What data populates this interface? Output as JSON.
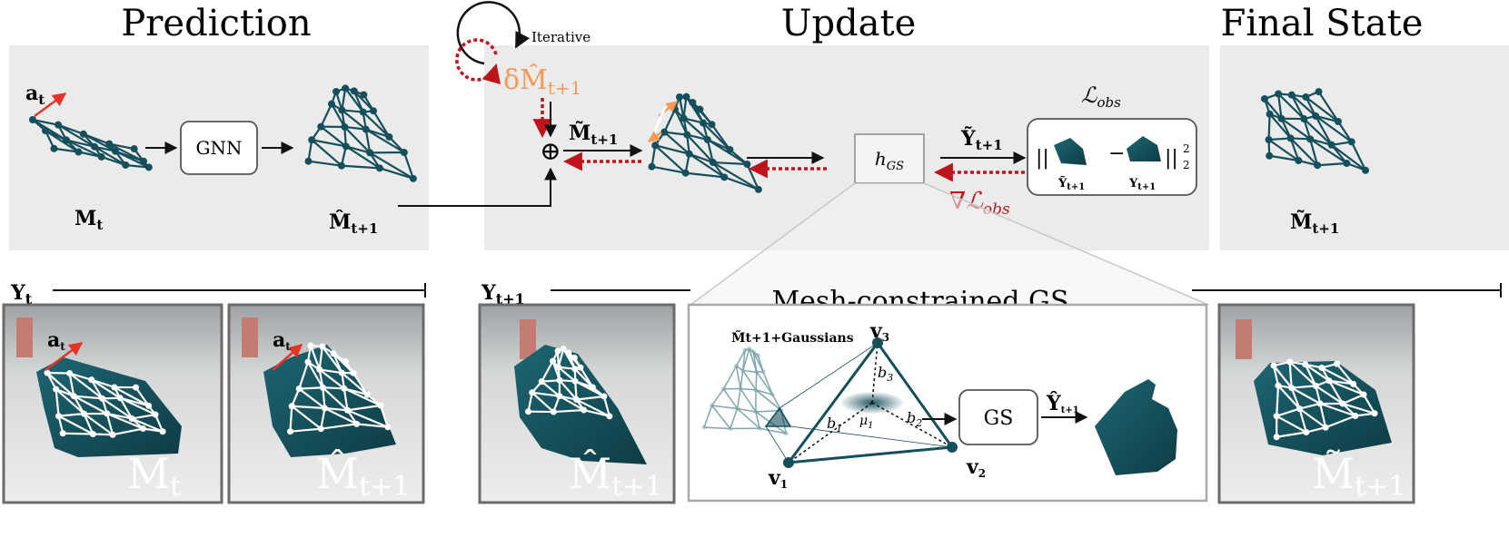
{
  "headings": {
    "prediction": "Prediction",
    "update": "Update",
    "final_state": "Final State",
    "mesh_gs": "Mesh-constrained GS"
  },
  "labels": {
    "iterative": "Iterative",
    "a_t": "a",
    "a_t_sub": "t",
    "gnn": "GNN",
    "gs": "GS",
    "h_gs": "h",
    "h_gs_sub": "GS",
    "delta_m": "δM̂",
    "delta_m_sub": "t+1",
    "m_tilde": "M̃",
    "m_tilde_sub": "t+1",
    "m_t": "M",
    "m_t_sub": "t",
    "m_hat": "M̂",
    "m_hat_sub": "t+1",
    "y_tilde": "Ỹ",
    "y_tilde_sub": "t+1",
    "y_hat": "Ŷ",
    "y_hat_sub": "t+1",
    "y_t": "Y",
    "y_t_sub": "t",
    "y_t1": "Y",
    "y_t1_sub": "t+1",
    "l_obs": "ℒ",
    "l_obs_sub": "obs",
    "grad_l_obs": "∇ℒ",
    "grad_l_obs_sub": "obs",
    "norm_open": "||",
    "minus": "−",
    "norm_close": "||",
    "norm_sup": "2",
    "norm_sub": "2",
    "gaussians": "M̃t+1+Gaussians",
    "v1": "v",
    "v1_sub": "1",
    "v2": "v",
    "v2_sub": "2",
    "v3": "v",
    "v3_sub": "3",
    "b1": "b",
    "b1_sub": "1",
    "b2": "b",
    "b2_sub": "2",
    "b3": "b",
    "b3_sub": "3",
    "mu1": "μ",
    "mu1_sub": "1",
    "plus": "⊕"
  },
  "colors": {
    "mesh": "#164f5c",
    "panel": "#ebebeb",
    "red": "#c0141c",
    "orange": "#f79a55"
  }
}
